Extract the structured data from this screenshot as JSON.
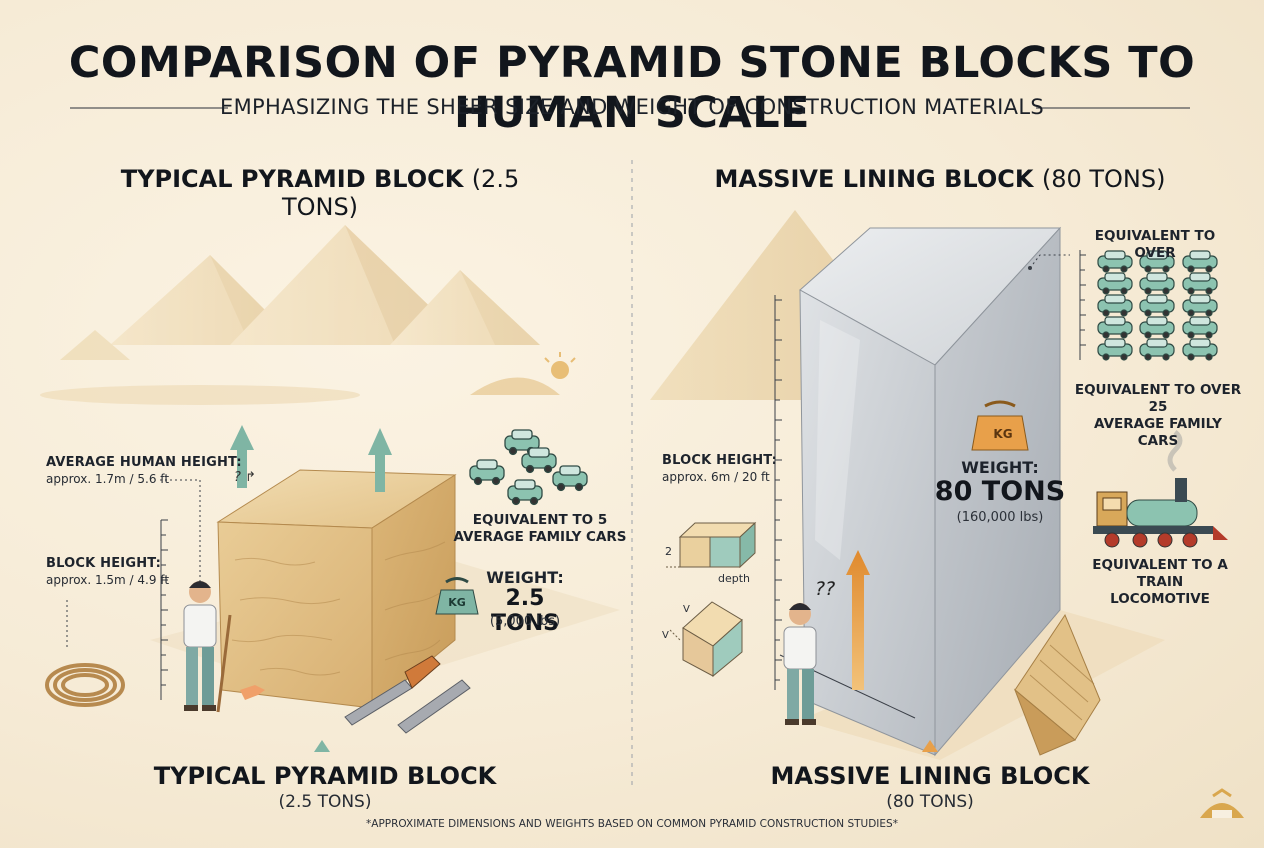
{
  "header": {
    "title": "COMPARISON OF PYRAMID STONE BLOCKS TO HUMAN SCALE",
    "subtitle": "EMPHASIZING THE SHEER SIZE AND WEIGHT OF CONSTRUCTION MATERIALS"
  },
  "left": {
    "heading_bold": "TYPICAL PYRAMID BLOCK",
    "heading_light": "(2.5 TONS)",
    "human_label": "AVERAGE HUMAN HEIGHT:",
    "human_value": "approx. 1.7m / 5.6 ft",
    "block_label": "BLOCK HEIGHT:",
    "block_value": "approx. 1.5m / 4.9 ft",
    "cars_line1": "EQUIVALENT TO 5",
    "cars_line2": "AVERAGE FAMILY CARS",
    "weight_label": "WEIGHT:",
    "weight_value": "2.5 TONS",
    "weight_lbs": "(5,000 lbs)",
    "kg_badge": "KG",
    "bottom_main": "TYPICAL PYRAMID BLOCK",
    "bottom_sub": "(2.5 TONS)",
    "doodle": "? ↱"
  },
  "right": {
    "heading_bold": "MASSIVE LINING BLOCK",
    "heading_light": "(80 TONS)",
    "cars_top": "EQUIVALENT TO OVER",
    "cars_line1": "EQUIVALENT TO OVER 25",
    "cars_line2": "AVERAGE FAMILY CARS",
    "block_label": "BLOCK HEIGHT:",
    "block_value": "approx. 6m / 20 ft",
    "weight_label": "WEIGHT:",
    "weight_value": "80 TONS",
    "weight_lbs": "(160,000 lbs)",
    "kg_badge": "KG",
    "train_line1": "EQUIVALENT TO A",
    "train_line2": "TRAIN LOCOMOTIVE",
    "diagram_two": "2",
    "diagram_depth": "depth",
    "diagram_v1": "V",
    "diagram_v2": "V",
    "question": "??",
    "bottom_main": "MASSIVE LINING BLOCK",
    "bottom_sub": "(80 TONS)"
  },
  "footnote": "*APPROXIMATE DIMENSIONS AND WEIGHTS BASED ON COMMON PYRAMID CONSTRUCTION STUDIES*",
  "icons": [
    "pyramid-icon",
    "arrow-up-icon",
    "car-icon",
    "weight-icon",
    "rope-icon",
    "chisel-icon",
    "train-icon",
    "ramp-icon",
    "ruler-icon",
    "cube-diagram-icon",
    "logo-icon"
  ],
  "colors": {
    "sand": "#e6c48e",
    "stone": "#c8ccd1",
    "teal": "#7fb5a4",
    "car": "#8cc3b0",
    "orange": "#e8a04a"
  }
}
